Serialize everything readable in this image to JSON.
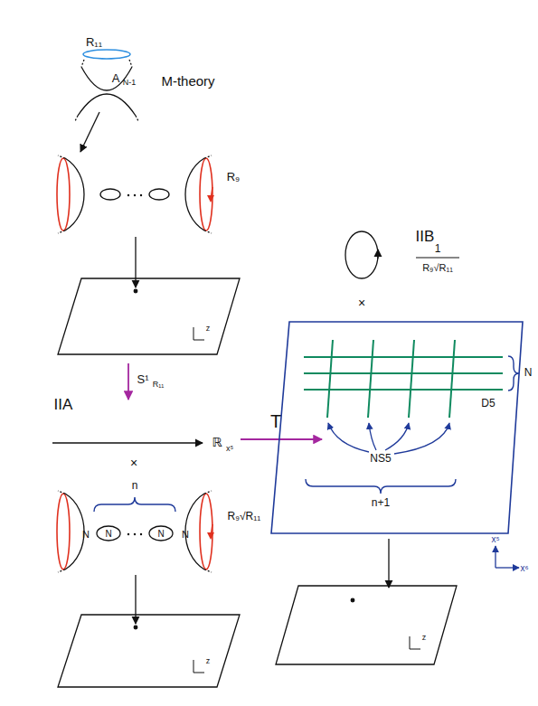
{
  "diagram": {
    "labels": [
      "R₁₁",
      "A",
      "N-1",
      "M-theory",
      "R₉",
      "z",
      "S¹",
      "R₁₁",
      "IIA",
      "ℝ",
      "x⁵",
      "×",
      "n",
      "N",
      "N",
      "N",
      "N",
      "R₉√R₁₁",
      "z",
      "T",
      "IIB",
      "1",
      "R₉√R₁₁",
      "×",
      "D5",
      "N",
      "NS5",
      "n+1",
      "x⁵",
      "x⁶",
      "z"
    ]
  }
}
